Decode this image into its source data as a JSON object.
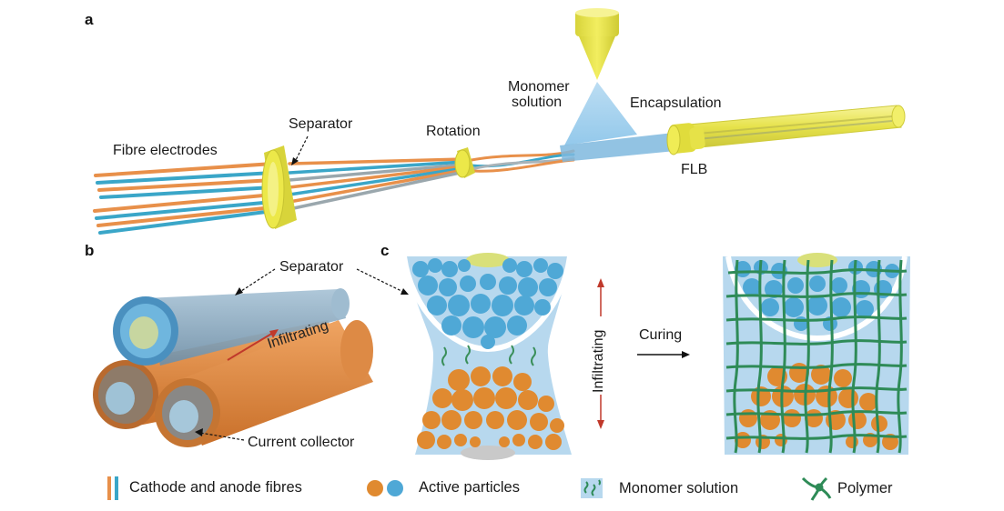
{
  "panels": {
    "a": "a",
    "b": "b",
    "c": "c"
  },
  "panel_a": {
    "fibre_electrodes": "Fibre electrodes",
    "separator": "Separator",
    "rotation": "Rotation",
    "monomer_solution_line1": "Monomer",
    "monomer_solution_line2": "solution",
    "encapsulation": "Encapsulation",
    "flb": "FLB"
  },
  "panel_b": {
    "separator": "Separator",
    "infiltrating": "Infiltrating",
    "current_collector": "Current collector"
  },
  "panel_c": {
    "infiltrating": "Infiltrating",
    "curing": "Curing"
  },
  "legend": {
    "fibres": "Cathode and anode fibres",
    "particles": "Active particles",
    "monomer": "Monomer solution",
    "polymer": "Polymer"
  },
  "colors": {
    "cathode": "#E8904A",
    "anode": "#3AA6C8",
    "yellow": "#E9E64A",
    "monomer": "#A9D3EC",
    "polymer": "#2E8B57",
    "particle_blue": "#4FA8D6",
    "particle_orange": "#E08A30"
  }
}
